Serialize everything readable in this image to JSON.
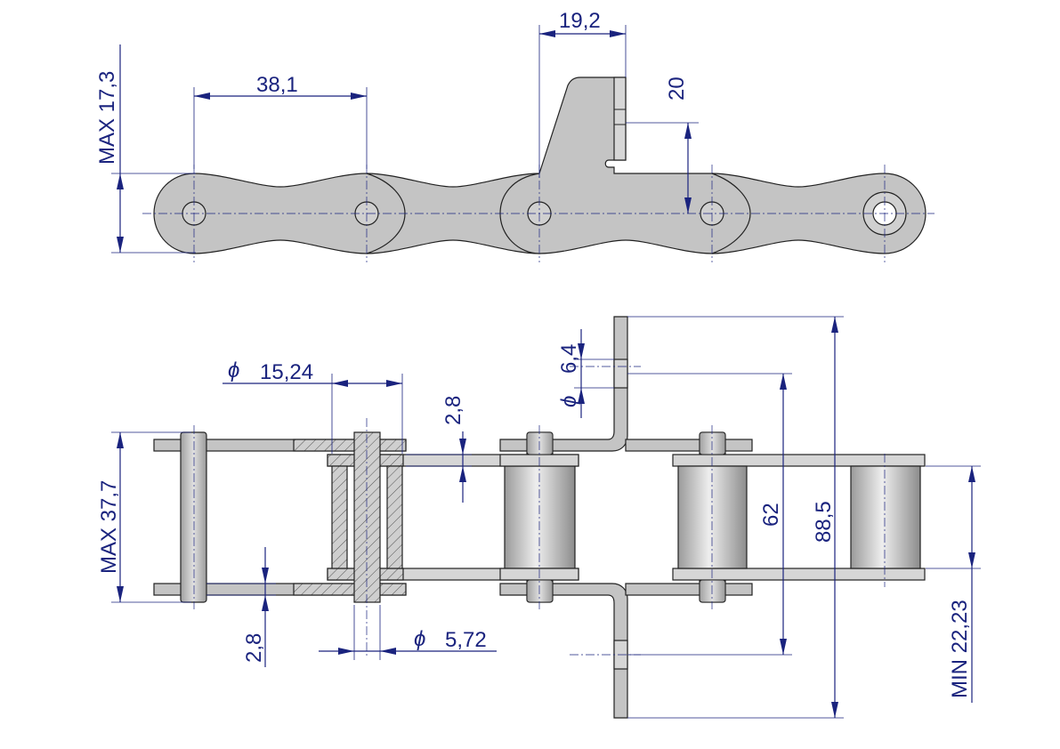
{
  "colors": {
    "dimension": "#1a237e",
    "part_fill": "#c4c4c4",
    "outline": "#222222"
  },
  "dimensions": {
    "top_height": "MAX 17,3",
    "pitch": "38,1",
    "attachment_width": "19,2",
    "attachment_height": "20",
    "roller_diameter": "15,24",
    "plate_thickness_top": "2,8",
    "hole_diameter": "6,4",
    "total_width": "MAX 37,7",
    "inner_width_62": "62",
    "overall_88": "88,5",
    "inner_width_min": "MIN 22,23",
    "plate_thickness_bottom": "2,8",
    "pin_diameter": "5,72"
  },
  "symbols": {
    "diameter": "ϕ"
  }
}
